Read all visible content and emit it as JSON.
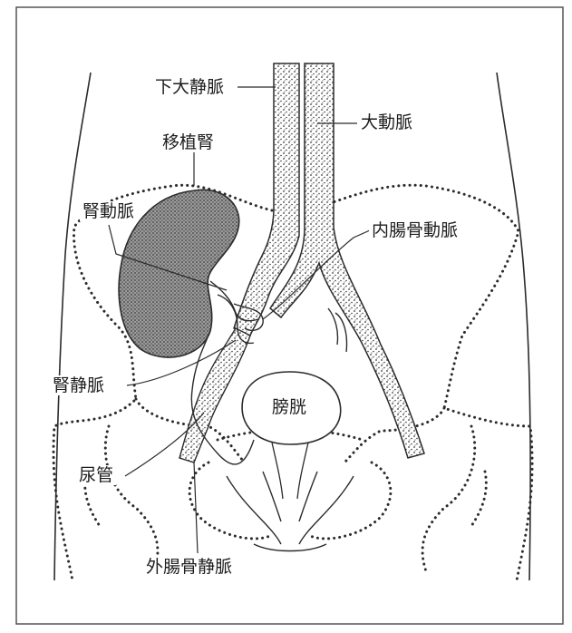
{
  "labels": {
    "ivc": "下大静脈",
    "aorta": "大動脈",
    "transplant_kidney": "移植腎",
    "renal_artery": "腎動脈",
    "internal_iliac_artery": "内腸骨動脈",
    "renal_vein": "腎静脈",
    "bladder": "膀胱",
    "ureter": "尿管",
    "external_iliac_vein": "外腸骨静脈"
  },
  "colors": {
    "line": "#2b2b2b",
    "stipple": "#3a3a3a",
    "kidney": "#8a8a8a",
    "border": "#555555"
  }
}
